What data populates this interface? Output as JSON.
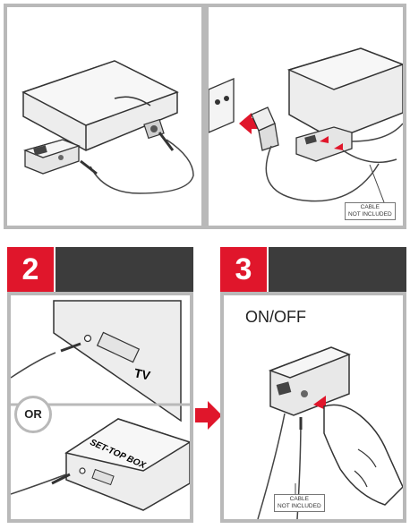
{
  "steps": {
    "step2": {
      "number": "2",
      "device_tv": "TV",
      "or_label": "OR",
      "device_stb": "SET-TOP BOX"
    },
    "step3": {
      "number": "3",
      "switch_label": "ON/OFF"
    }
  },
  "notes": {
    "cable_line1": "CABLE",
    "cable_line2": "NOT INCLUDED"
  },
  "colors": {
    "accent": "#e0162b",
    "header_bar": "#3c3c3c",
    "panel_border": "#b9b9b9"
  },
  "icons": [
    "arrow-right-icon",
    "power-outlet-icon",
    "power-adapter-icon",
    "hand-icon"
  ]
}
